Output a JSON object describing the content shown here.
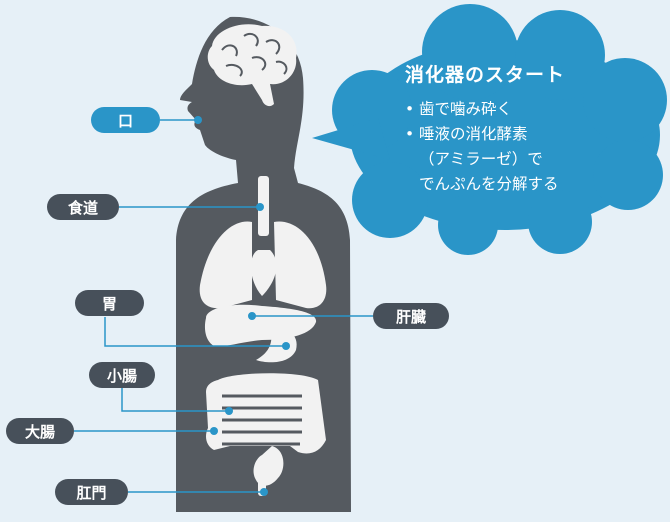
{
  "labels": {
    "mouth": "口",
    "esophagus": "食道",
    "stomach": "胃",
    "liver": "肝臓",
    "small_intestine": "小腸",
    "large_intestine": "大腸",
    "anus": "肛門"
  },
  "bubble": {
    "title": "消化器のスタート",
    "bullet1": "歯で噛み砕く",
    "bullet2_line1": "唾液の消化酵素",
    "bullet2_line2": "（アミラーゼ）で",
    "bullet2_line3": "でんぷんを分解する"
  },
  "colors": {
    "background": "#e6f0f7",
    "silhouette": "#555a60",
    "organs": "#f2f2f2",
    "bubble": "#2a95c8",
    "dark_label": "#47505a",
    "leader_line": "#2a95c8"
  }
}
